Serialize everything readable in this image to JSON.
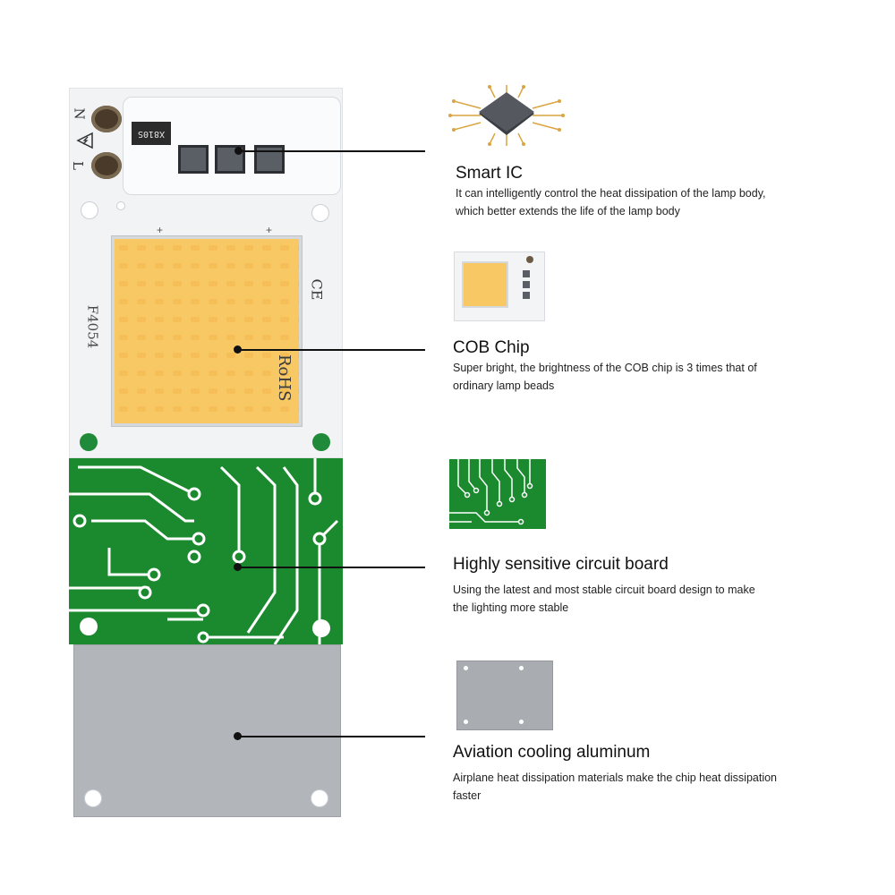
{
  "module": {
    "terminal_n": "N",
    "terminal_l": "L",
    "ic_marking": "X810S",
    "board_code": "F4054",
    "ce_mark": "CE",
    "rohs_mark": "RoHS",
    "plus_mark": "+"
  },
  "callouts": [
    {
      "title": "Smart IC",
      "description_line1": "It can intelligently control the heat dissipation of the lamp body,",
      "description_line2": "which better extends the life of the lamp body",
      "icon": "ic-chip-icon"
    },
    {
      "title": "COB Chip",
      "description_line1": "Super bright, the brightness of the COB chip is 3 times that of",
      "description_line2": "ordinary lamp beads",
      "icon": "cob-module-icon"
    },
    {
      "title": "Highly sensitive circuit board",
      "description_line1": "Using the latest and most stable circuit board design to make",
      "description_line2": "the lighting more stable",
      "icon": "circuit-board-icon"
    },
    {
      "title": "Aviation cooling aluminum",
      "description_line1": "Airplane heat dissipation materials make the chip heat dissipation",
      "description_line2": "faster",
      "icon": "aluminum-plate-icon"
    }
  ],
  "colors": {
    "led": "#f8c865",
    "pcb_green": "#1b8a2f",
    "aluminum": "#b2b5ba",
    "substrate": "#f2f3f5"
  }
}
